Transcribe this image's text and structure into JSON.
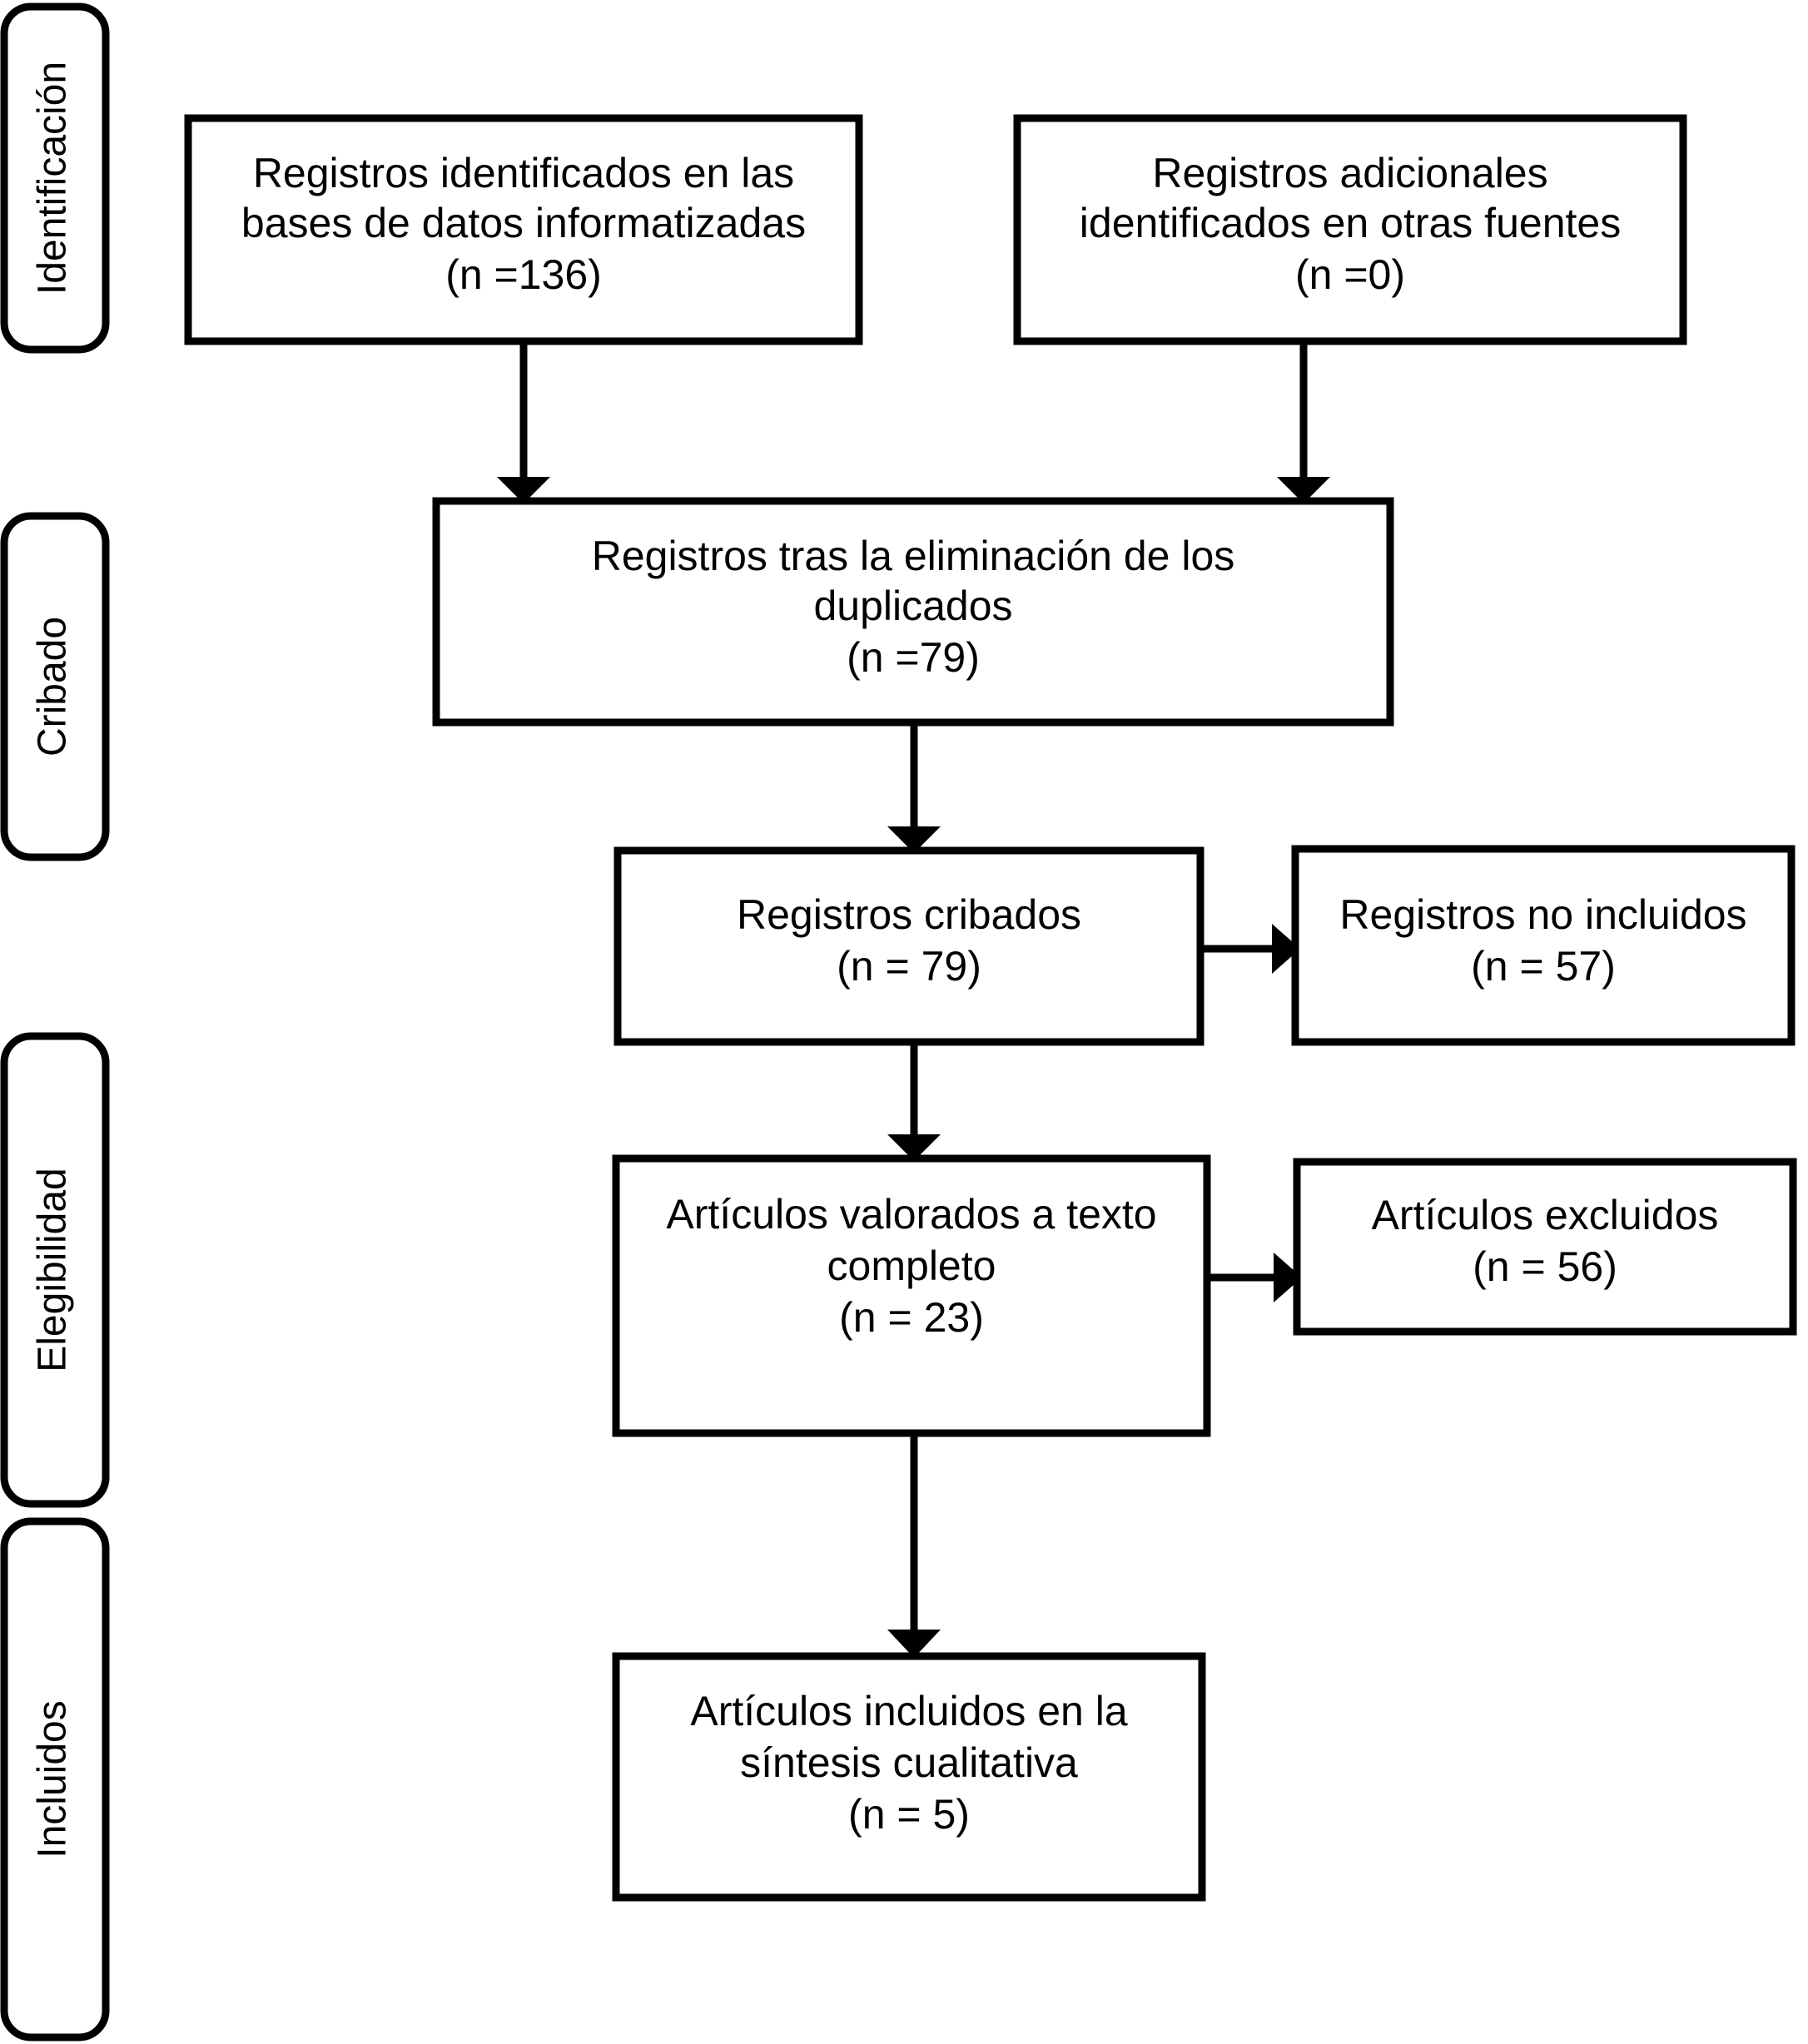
{
  "diagram": {
    "type": "prisma-flow-diagram",
    "language": "es",
    "background_color": "#ffffff",
    "stroke_color": "#000000"
  },
  "stages": [
    {
      "id": "identificacion",
      "label": "Identificación"
    },
    {
      "id": "cribado",
      "label": "Cribado"
    },
    {
      "id": "elegibilidad",
      "label": "Elegibilidad"
    },
    {
      "id": "incluidos",
      "label": "Incluidos"
    }
  ],
  "boxes": {
    "records_databases": {
      "line1": "Registros identificados en las",
      "line2": "bases de datos informatizadas",
      "line3": "(n =136)",
      "count": 136
    },
    "records_other_sources": {
      "line1": "Registros adicionales",
      "line2": "identificados en otras fuentes",
      "line3": "(n =0)",
      "count": 0
    },
    "records_after_duplicates": {
      "line1": "Registros tras la eliminación de los",
      "line2": "duplicados",
      "line3": "(n =79)",
      "count": 79
    },
    "records_screened": {
      "line1": "Registros cribados",
      "line2": "(n = 79)",
      "count": 79
    },
    "records_excluded": {
      "line1": "Registros no incluidos",
      "line2": "(n = 57)",
      "count": 57
    },
    "fulltext_assessed": {
      "line1": "Artículos valorados a texto",
      "line2": "completo",
      "line3": "(n = 23)",
      "count": 23
    },
    "fulltext_excluded": {
      "line1": "Artículos excluidos",
      "line2": "(n = 56)",
      "count": 56
    },
    "studies_included": {
      "line1": "Artículos incluidos en la",
      "line2": "síntesis cualitativa",
      "line3": "(n = 5)",
      "count": 5
    }
  }
}
